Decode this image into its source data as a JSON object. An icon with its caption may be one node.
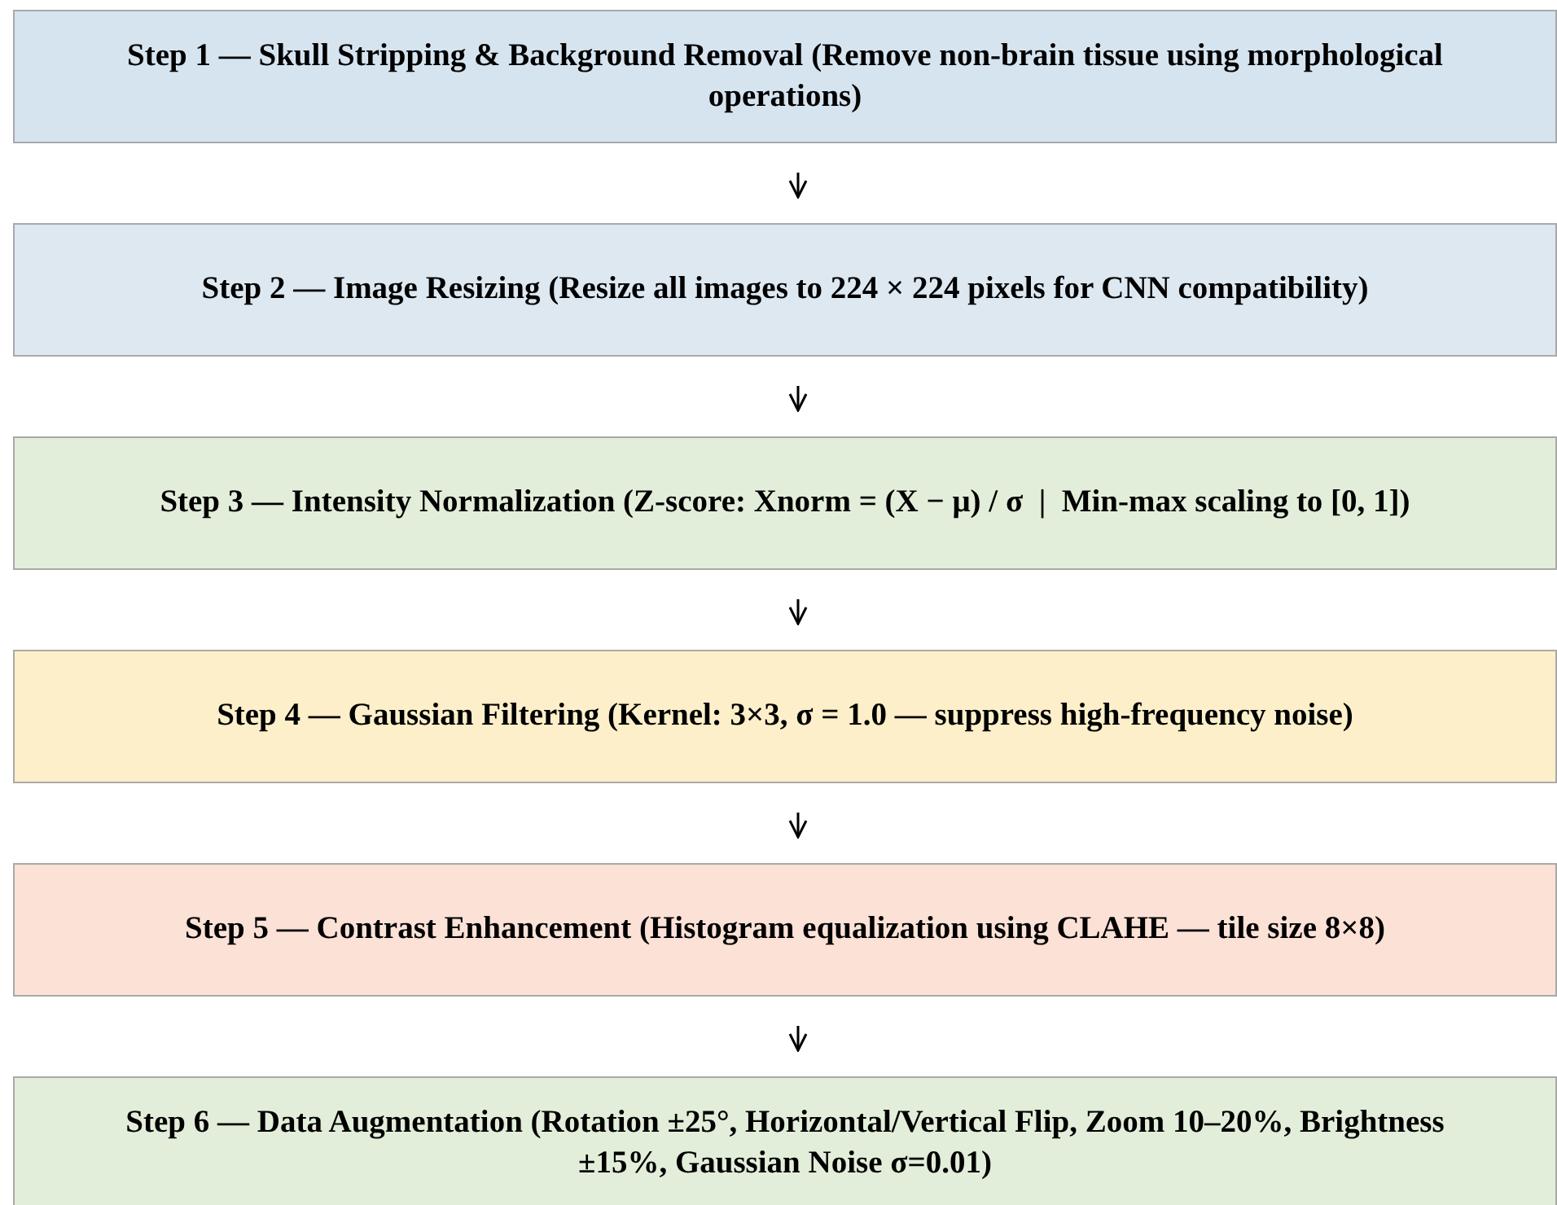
{
  "diagram": {
    "nodes": [
      {
        "text": [
          "Step 1 — Skull Stripping & Background Removal (Remove non-brain tissue using morphological operations)"
        ]
      },
      {
        "text": [
          "Step 2 — Image Resizing (Resize all images to 224 × 224 pixels for CNN compatibility)"
        ]
      },
      {
        "text": [
          "Step 3 — Intensity Normalization (Z-score: Xnorm = (X − μ) / σ  |  Min-max scaling to [0, 1])"
        ]
      },
      {
        "text": [
          "Step 4 — Gaussian Filtering (Kernel: 3×3, σ = 1.0 — suppress high-frequency noise)"
        ]
      },
      {
        "text": [
          "Step 5 — Contrast Enhancement (Histogram equalization using CLAHE — tile size 8×8)"
        ]
      },
      {
        "text": [
          "Step 6 — Data Augmentation (Rotation ±25°, Horizontal/Vertical Flip, Zoom 10–20%, Brightness ±15%, Gaussian Noise σ=0.01)"
        ]
      }
    ],
    "edges": [
      {
        "from": 0,
        "to": 1,
        "arrow": "to"
      },
      {
        "from": 1,
        "to": 2,
        "arrow": "to"
      },
      {
        "from": 2,
        "to": 3,
        "arrow": "to"
      },
      {
        "from": 3,
        "to": 4,
        "arrow": "to"
      },
      {
        "from": 4,
        "to": 5,
        "arrow": "to"
      }
    ]
  }
}
